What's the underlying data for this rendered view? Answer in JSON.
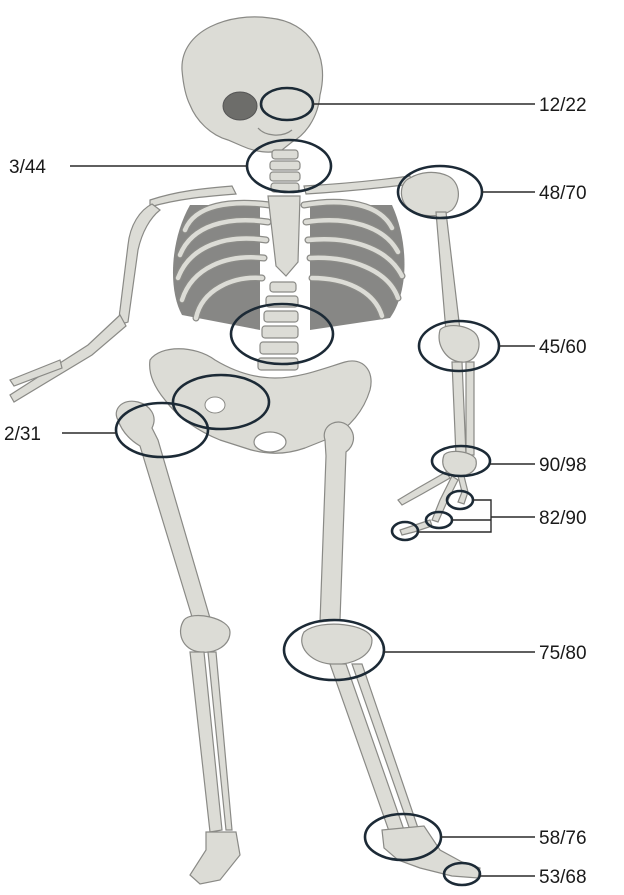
{
  "labels": {
    "jaw": "12/22",
    "neck": "3/44",
    "shoulder": "48/70",
    "elbow": "45/60",
    "hip": "2/31",
    "wrist": "90/98",
    "fingers": "82/90",
    "knee": "75/80",
    "ankle": "58/76",
    "toes": "53/68"
  }
}
